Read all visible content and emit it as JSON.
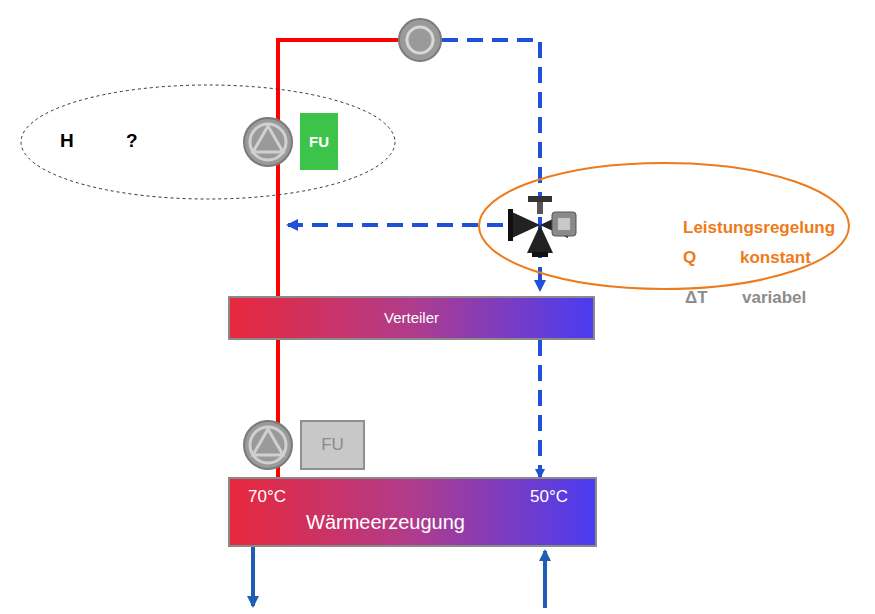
{
  "diagram": {
    "nodes": [
      {
        "text": [
          "H",
          "?"
        ]
      },
      {
        "text": [
          "FU"
        ],
        "in": 0
      },
      {
        "text": [
          "Leistungsregelung",
          "Q",
          "konstant"
        ]
      },
      {
        "text": [
          "Verteiler"
        ]
      },
      {
        "text": [
          "FU"
        ]
      },
      {
        "text": [
          "70°C",
          "Wärmeerzeugung",
          "50°C"
        ]
      }
    ],
    "edges": [
      {
        "from": 3,
        "to": 5,
        "arrow": "to"
      },
      {
        "from": 5,
        "to": 3,
        "arrow": "none"
      }
    ],
    "labels": [
      "ΔT",
      "variabel"
    ]
  }
}
